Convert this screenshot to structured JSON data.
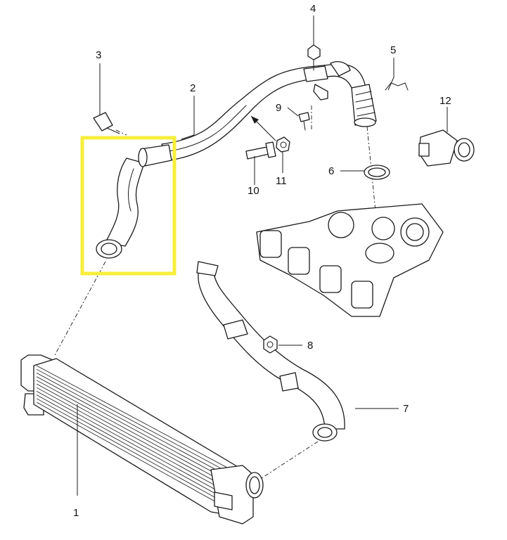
{
  "callouts": {
    "n1": "1",
    "n2": "2",
    "n3": "3",
    "n4": "4",
    "n5": "5",
    "n6": "6",
    "n7": "7",
    "n8": "8",
    "n9": "9",
    "n10": "10",
    "n11": "11",
    "n12": "12"
  },
  "highlight": {
    "color": "#f7ee3b",
    "hose_fill": "#f2e63a"
  }
}
